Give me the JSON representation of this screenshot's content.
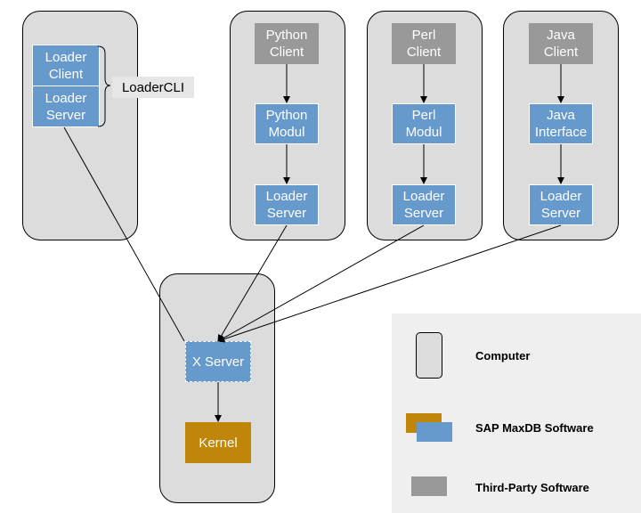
{
  "boxes": {
    "loader_client": "Loader\nClient",
    "loader_server_left": "Loader\nServer",
    "loader_cli": "LoaderCLI",
    "python_client": "Python\nClient",
    "python_modul": "Python\nModul",
    "python_loader_server": "Loader\nServer",
    "perl_client": "Perl\nClient",
    "perl_modul": "Perl\nModul",
    "perl_loader_server": "Loader\nServer",
    "java_client": "Java\nClient",
    "java_interface": "Java\nInterface",
    "java_loader_server": "Loader\nServer",
    "x_server": "X Server",
    "kernel": "Kernel"
  },
  "legend": {
    "computer": "Computer",
    "sap": "SAP MaxDB Software",
    "third_party": "Third-Party Software"
  },
  "colors": {
    "computer_fill": "#dcdcdc",
    "sap_blue": "#6699cc",
    "kernel_gold": "#c0860a",
    "third_party_gray": "#999999"
  }
}
